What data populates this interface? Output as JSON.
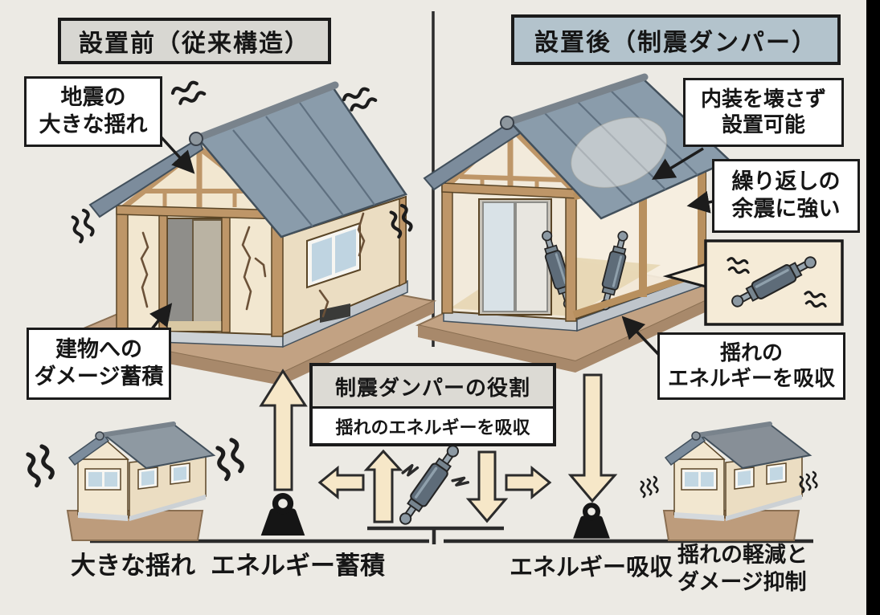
{
  "panel_before": {
    "title": "設置前（従来構造）",
    "label_shake": "地震の\n大きな揺れ",
    "label_damage": "建物への\nダメージ蓄積",
    "caption_shake": "大きな揺れ",
    "caption_energy": "エネルギー蓄積"
  },
  "panel_after": {
    "title": "設置後（制震ダンパー）",
    "label_install": "内装を壊さず\n設置可能",
    "label_aftershock": "繰り返しの\n余震に強い",
    "label_absorb": "揺れの\nエネルギーを吸収",
    "caption_energy": "エネルギー吸収",
    "caption_result": "揺れの軽減と\nダメージ抑制"
  },
  "center": {
    "role_title": "制震ダンパーの役割",
    "role_desc": "揺れのエネルギーを吸収"
  },
  "colors": {
    "background": "#ECEAE4",
    "title_before_bg": "#D8D7D2",
    "title_after_bg": "#B3C3CC",
    "box_border": "#1B1B1B",
    "label_bg": "#FFFFFF",
    "callout_bg": "#F5EBD7",
    "arrow_fill": "#F6E7C8",
    "roof": "#8A9CAB",
    "wall": "#F1E5CE",
    "wood": "#BE9668",
    "ground": "#C0A183",
    "damper_body": "#5E6C79",
    "weight": "#151515"
  },
  "icons": {
    "damper": "damper-icon",
    "weight": "weight-icon",
    "up_arrow": "up-arrow-icon",
    "down_arrow": "down-arrow-icon",
    "left_arrow": "left-arrow-icon",
    "right_arrow": "right-arrow-icon",
    "shake": "shake-squiggle-icon",
    "spark": "energy-spark-icon",
    "pointer": "annotation-arrow-icon"
  }
}
